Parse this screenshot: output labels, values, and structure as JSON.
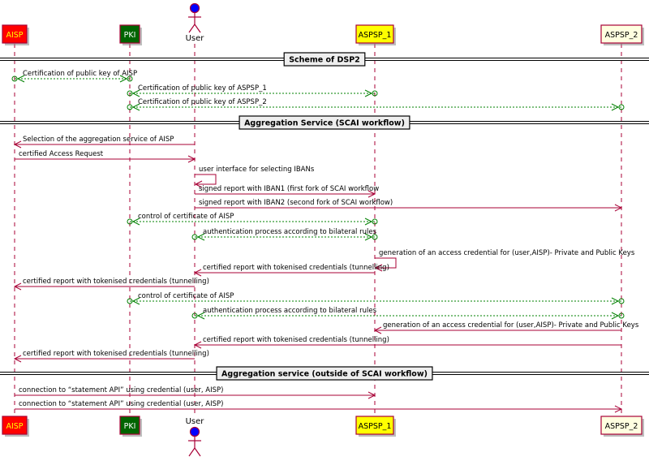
{
  "participants": [
    {
      "id": "aisp",
      "label": "AISP",
      "kind": "box",
      "fill": "#FF0000",
      "text_color": "#FFFF00"
    },
    {
      "id": "pki",
      "label": "PKI",
      "kind": "box",
      "fill": "#006400",
      "text_color": "#FFFFFF"
    },
    {
      "id": "user",
      "label": "User",
      "kind": "actor",
      "fill": "#0000FF",
      "text_color": "#000000"
    },
    {
      "id": "aspsp1",
      "label": "ASPSP_1",
      "kind": "box",
      "fill": "#FFFF00",
      "text_color": "#000000"
    },
    {
      "id": "aspsp2",
      "label": "ASPSP_2",
      "kind": "box",
      "fill": "#FFFFE0",
      "text_color": "#000000"
    }
  ],
  "colors": {
    "lifeline": "#A80036",
    "message": "#A80036",
    "async": "#008000",
    "divider": "#000000",
    "box_border": "#A80036"
  },
  "sections": [
    {
      "id": "s1",
      "label": "Scheme of DSP2"
    },
    {
      "id": "s2",
      "label": "Aggregation Service (SCAI workflow)"
    },
    {
      "id": "s3",
      "label": "Aggregation service (outside of SCAI workflow)"
    }
  ],
  "messages": [
    {
      "id": "m1",
      "from": "aisp",
      "to": "pki",
      "label": "Certification of public key of AISP",
      "style": "async"
    },
    {
      "id": "m2",
      "from": "pki",
      "to": "aspsp1",
      "label": "Certification of public key of ASPSP_1",
      "style": "async"
    },
    {
      "id": "m3",
      "from": "pki",
      "to": "aspsp2",
      "label": "Certification of public key of ASPSP_2",
      "style": "async"
    },
    {
      "id": "m4",
      "from": "user",
      "to": "aisp",
      "label": "Selection of the aggregation service of AISP",
      "style": "sync"
    },
    {
      "id": "m5",
      "from": "aisp",
      "to": "user",
      "label": "certified Access Request",
      "style": "sync"
    },
    {
      "id": "m6",
      "from": "user",
      "to": "user",
      "label": "user interface for selecting IBANs",
      "style": "self"
    },
    {
      "id": "m7",
      "from": "user",
      "to": "aspsp1",
      "label": "signed report with IBAN1 (first fork of SCAI workflow",
      "style": "sync"
    },
    {
      "id": "m8",
      "from": "user",
      "to": "aspsp2",
      "label": "signed report with IBAN2 (second fork of SCAI workflow)",
      "style": "sync"
    },
    {
      "id": "m9",
      "from": "pki",
      "to": "aspsp1",
      "label": "control of certificate of AISP",
      "style": "async"
    },
    {
      "id": "m10",
      "from": "user",
      "to": "aspsp1",
      "label": "authentication process according to bilateral rules",
      "style": "async"
    },
    {
      "id": "m11",
      "from": "aspsp1",
      "to": "aspsp1",
      "label": "generation of an access credential for (user,AISP)- Private and Public Keys",
      "style": "self"
    },
    {
      "id": "m12",
      "from": "aspsp1",
      "to": "user",
      "label": "certified report with tokenised credentials (tunnelling)",
      "style": "sync"
    },
    {
      "id": "m13",
      "from": "user",
      "to": "aisp",
      "label": "certified report with tokenised credentials (tunnelling)",
      "style": "sync"
    },
    {
      "id": "m14",
      "from": "pki",
      "to": "aspsp2",
      "label": "control of certificate of AISP",
      "style": "async"
    },
    {
      "id": "m15",
      "from": "user",
      "to": "aspsp2",
      "label": "authentication process according to bilateral rules",
      "style": "async"
    },
    {
      "id": "m16",
      "from": "aspsp2",
      "to": "aspsp1",
      "label": "generation of an access credential for (user,AISP)- Private and Public Keys",
      "style": "sync"
    },
    {
      "id": "m17",
      "from": "aspsp2",
      "to": "user",
      "label": "certified report with tokenised credentials (tunnelling)",
      "style": "sync"
    },
    {
      "id": "m18",
      "from": "user",
      "to": "aisp",
      "label": "certified report with tokenised credentials (tunnelling)",
      "style": "sync"
    },
    {
      "id": "m19",
      "from": "aisp",
      "to": "aspsp1",
      "label": "connection to “statement API” using credential (user, AISP)",
      "style": "sync"
    },
    {
      "id": "m20",
      "from": "aisp",
      "to": "aspsp2",
      "label": "connection to “statement API” using credential (user, AISP)",
      "style": "sync"
    }
  ]
}
